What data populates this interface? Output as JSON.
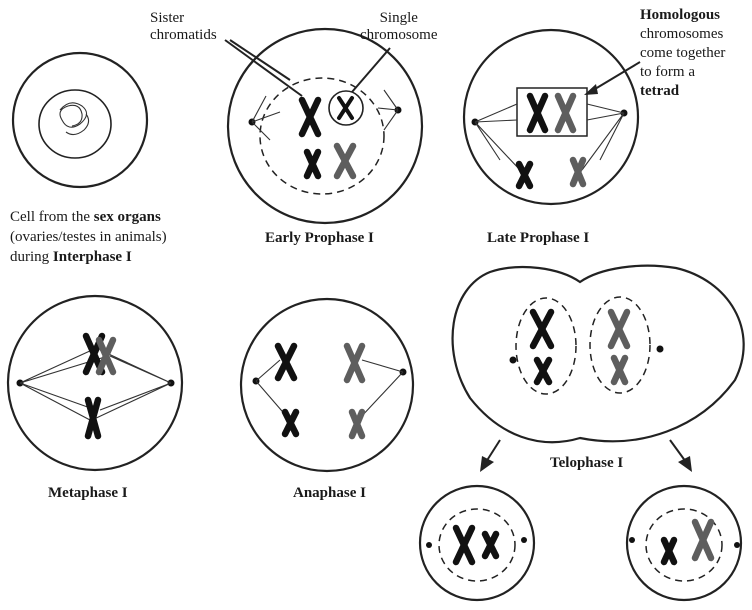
{
  "labels": {
    "sister_chromatids": "Sister\nchromatids",
    "single_chromosome": "Single\nchromosome",
    "homologous_line1_bold": "Homologous",
    "homologous_line2": "chromosomes",
    "homologous_line3": "come together",
    "homologous_line4": "to form a",
    "homologous_line5_bold": "tetrad",
    "interphase_line1_pre": "Cell from the ",
    "interphase_line1_bold": "sex organs",
    "interphase_line2": "(ovaries/testes in animals)",
    "interphase_line3_pre": "during ",
    "interphase_line3_bold": "Interphase I",
    "early_prophase": "Early Prophase I",
    "late_prophase": "Late Prophase I",
    "metaphase": "Metaphase I",
    "anaphase": "Anaphase I",
    "telophase": "Telophase I"
  },
  "colors": {
    "dark": "#111111",
    "gray": "#5e5e5e"
  }
}
